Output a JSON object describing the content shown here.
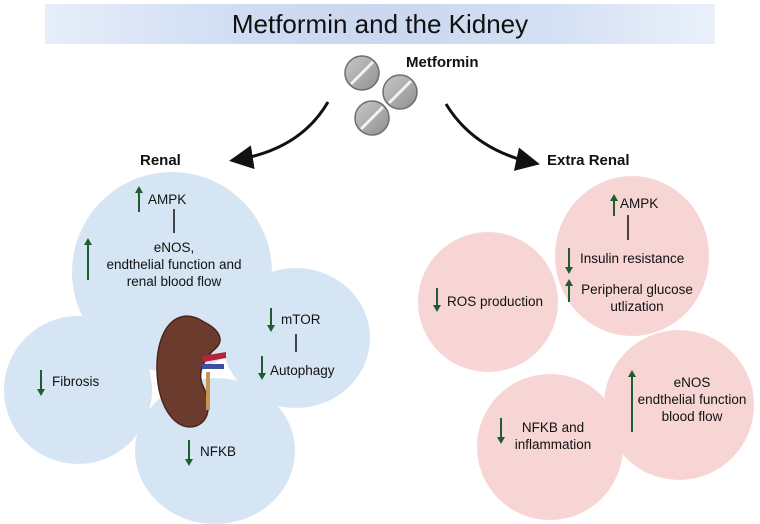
{
  "title": "Metformin and the Kidney",
  "drug_label": "Metformin",
  "renal": {
    "header": "Renal",
    "ampk": "AMPK",
    "enos_line1": "eNOS,",
    "enos_line2": "endthelial function and",
    "enos_line3": "renal blood flow",
    "mtor": "mTOR",
    "autophagy": "Autophagy",
    "fibrosis": "Fibrosis",
    "nfkb": "NFKB"
  },
  "extra_renal": {
    "header": "Extra Renal",
    "ampk": "AMPK",
    "insulin": "Insulin resistance",
    "glucose_line1": "Peripheral glucose",
    "glucose_line2": "utlization",
    "ros": "ROS production",
    "enos_line1": "eNOS",
    "enos_line2": "endthelial function",
    "enos_line3": "blood flow",
    "nfkb_line1": "NFKB and",
    "nfkb_line2": "inflammation"
  },
  "colors": {
    "arrow_green": "#1e5e2e",
    "renal_circle": "#d6e5f4",
    "extra_renal_circle": "#f7d5d5"
  }
}
